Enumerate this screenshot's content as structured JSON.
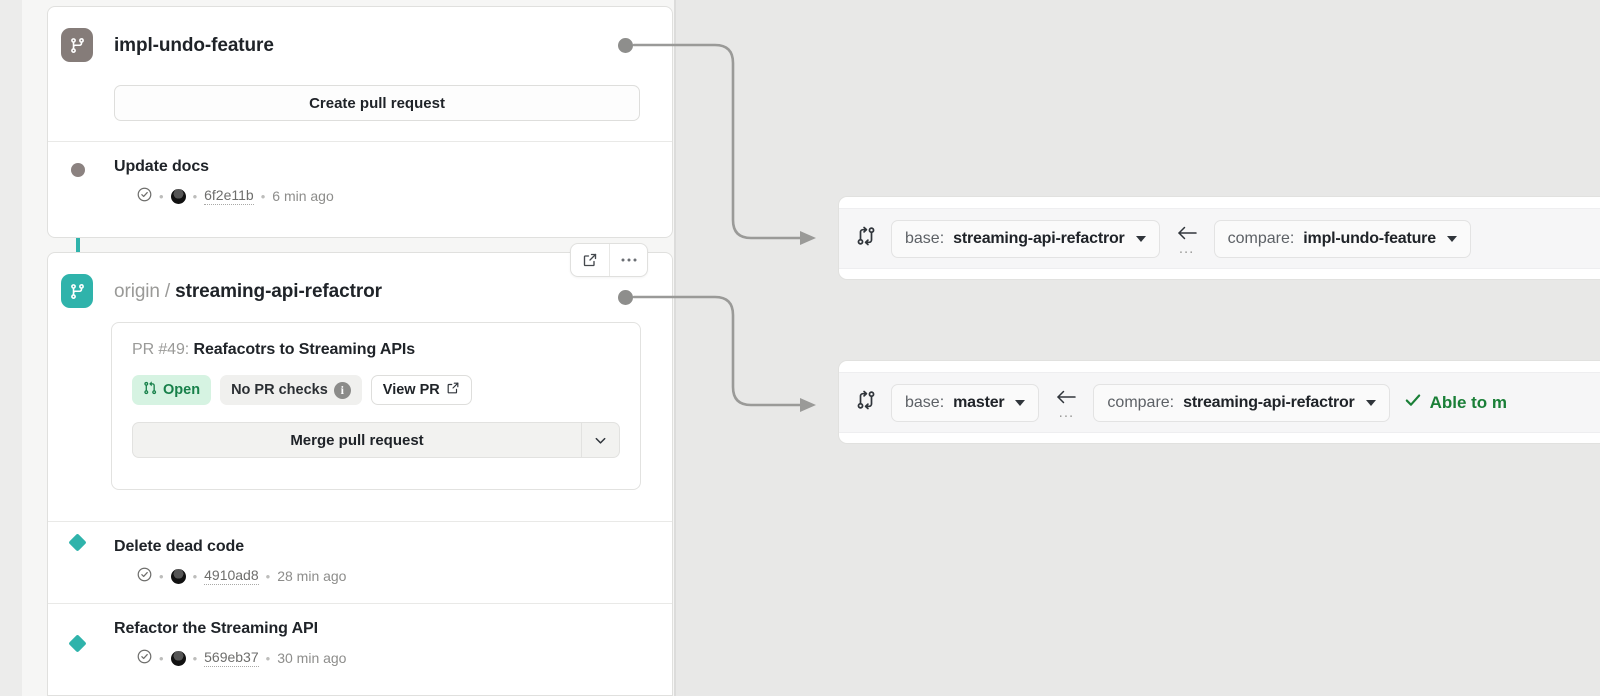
{
  "left_panel": {
    "branches": [
      {
        "id": "impl-undo-feature",
        "remote": "",
        "name": "impl-undo-feature",
        "badge_icon": "git-branch-icon",
        "badge_color": "#857c79",
        "action_label": "Create pull request",
        "commits": [
          {
            "title": "Update docs",
            "status_icon": "check-circle-icon",
            "author_icon": "avatar",
            "sha": "6f2e11b",
            "time": "6 min ago",
            "separator": "•"
          }
        ]
      },
      {
        "id": "streaming-api-refactror",
        "remote": "origin",
        "separator": "/",
        "name": "streaming-api-refactror",
        "badge_icon": "git-branch-icon",
        "badge_color": "#2fb3ab",
        "actions": {
          "open_external_icon": "external-link-icon",
          "more_icon": "kebab-menu-icon"
        },
        "pull_request": {
          "number_label": "PR #49:",
          "title": "Reafacotrs to Streaming APIs",
          "state_label": "Open",
          "state_icon": "pull-request-open-icon",
          "checks_label": "No PR checks",
          "checks_info_icon": "info-icon",
          "view_label": "View PR",
          "view_icon": "external-link-icon",
          "merge_label": "Merge pull request",
          "merge_caret_icon": "chevron-down-icon"
        },
        "commits": [
          {
            "title": "Delete dead code",
            "status_icon": "check-circle-icon",
            "author_icon": "avatar",
            "sha": "4910ad8",
            "time": "28 min ago",
            "separator": "•"
          },
          {
            "title": "Refactor the Streaming API",
            "status_icon": "check-circle-icon",
            "author_icon": "avatar",
            "sha": "569eb37",
            "time": "30 min ago",
            "separator": "•"
          }
        ]
      }
    ]
  },
  "right_panel": {
    "compare_cards": [
      {
        "compare_icon": "git-compare-icon",
        "base_label": "base:",
        "base_value": "streaming-api-refactror",
        "arrow_icon": "arrow-left-icon",
        "arrow_dots": "...",
        "compare_label": "compare:",
        "compare_value": "impl-undo-feature",
        "status_text": "",
        "status_icon": ""
      },
      {
        "compare_icon": "git-compare-icon",
        "base_label": "base:",
        "base_value": "master",
        "arrow_icon": "arrow-left-icon",
        "arrow_dots": "...",
        "compare_label": "compare:",
        "compare_value": "streaming-api-refactror",
        "status_text": "Able to m",
        "status_icon": "check-icon",
        "status_color": "#1a7f37"
      }
    ]
  },
  "colors": {
    "background": "#e8e8e7",
    "left_panel_bg": "#f6f6f5",
    "card_bg": "#ffffff",
    "teal": "#2fb3ab",
    "gray_branch": "#857c79",
    "green": "#1a7f37",
    "open_badge_bg": "#d6f3e2",
    "open_badge_fg": "#17804a",
    "connector": "#8e8e8c"
  }
}
